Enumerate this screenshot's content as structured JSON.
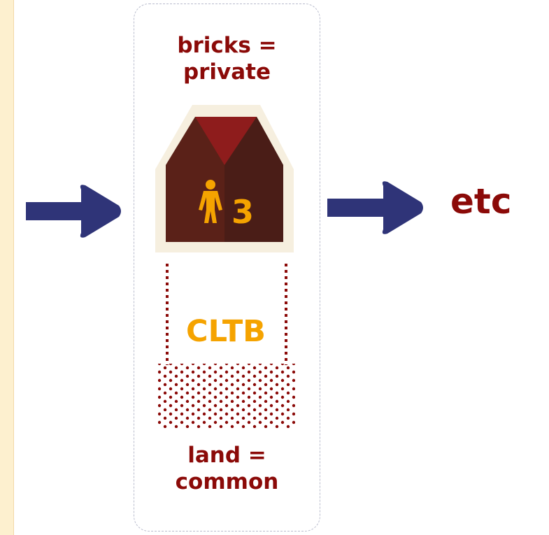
{
  "diagram": {
    "top_label": "bricks = private",
    "bottom_label": "land = common",
    "trust_label": "CLTB",
    "next_label": "etc",
    "household_count": "3"
  },
  "icons": {
    "person": "person-icon",
    "arrow_in": "arrow-right-icon",
    "arrow_out": "arrow-right-icon",
    "house": "house-icon"
  },
  "colors": {
    "accent_dark_red": "#8b0a08",
    "accent_orange": "#f5a300",
    "arrow_navy": "#2f3478",
    "house_brown": "#4e2018",
    "roof_red": "#8e1c1c",
    "side_strip": "#fdf0cf"
  }
}
